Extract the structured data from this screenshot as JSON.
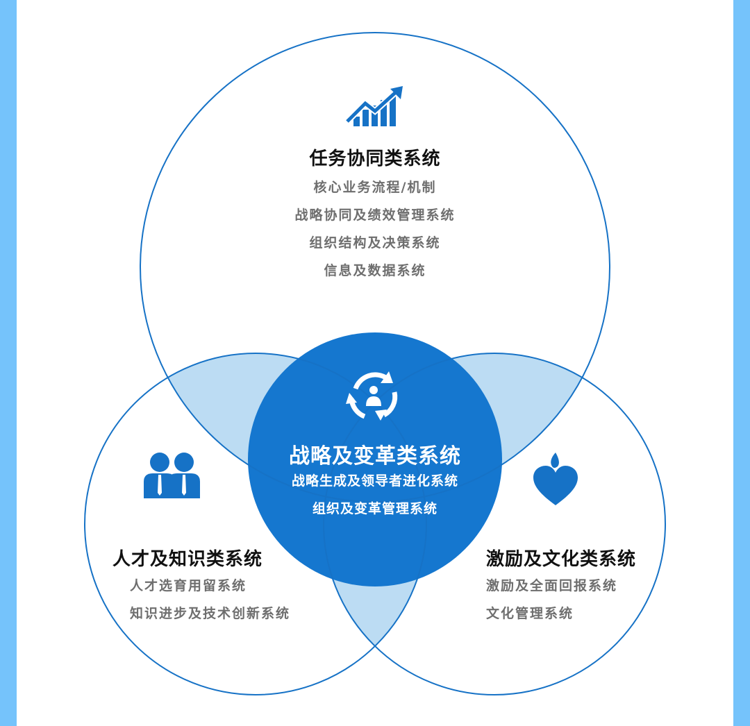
{
  "colors": {
    "side_bar": "#75c3fb",
    "circle_stroke": "#1672c6",
    "center_fill": "#1577cf",
    "overlap_fill": "#bcdcf3",
    "title_text": "#111111",
    "sub_text": "#6e6e6e"
  },
  "top_circle": {
    "icon": "growth-chart-icon",
    "title": "任务协同类系统",
    "items": [
      "核心业务流程/机制",
      "战略协同及绩效管理系统",
      "组织结构及决策系统",
      "信息及数据系统"
    ]
  },
  "left_circle": {
    "icon": "team-people-icon",
    "title": "人才及知识类系统",
    "items": [
      "人才选育用留系统",
      "知识进步及技术创新系统"
    ]
  },
  "right_circle": {
    "icon": "heart-flame-icon",
    "title": "激励及文化类系统",
    "items": [
      "激励及全面回报系统",
      "文化管理系统"
    ]
  },
  "center_circle": {
    "icon": "person-cycle-icon",
    "title": "战略及变革类系统",
    "items": [
      "战略生成及领导者进化系统",
      "组织及变革管理系统"
    ]
  }
}
